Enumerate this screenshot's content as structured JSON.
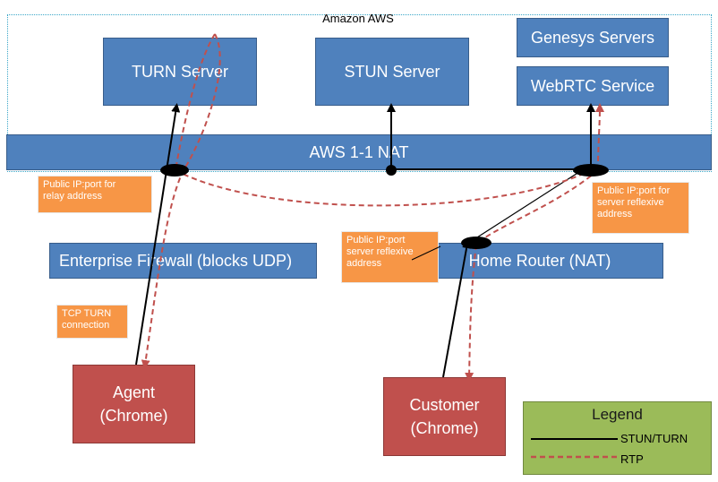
{
  "region": {
    "label": "Amazon AWS"
  },
  "boxes": {
    "turn": "TURN Server",
    "stun": "STUN Server",
    "genesys": "Genesys Servers",
    "webrtc": "WebRTC Service",
    "nat": "AWS 1-1 NAT",
    "firewall": "Enterprise Firewall (blocks UDP)",
    "router": "Home Router (NAT)",
    "agent": [
      "Agent",
      "(Chrome)"
    ],
    "customer": [
      "Customer",
      "(Chrome)"
    ]
  },
  "notes": {
    "relay": [
      "Public IP:port for",
      "relay address"
    ],
    "server_reflexive": [
      "Public IP:port for",
      "server reflexive",
      "address"
    ],
    "home_reflexive": [
      "Public IP:port",
      "server reflexive",
      "address"
    ],
    "tcp_turn": [
      "TCP TURN",
      "connection"
    ]
  },
  "legend": {
    "title": "Legend",
    "items": [
      {
        "label": "STUN/TURN",
        "color": "#000000",
        "style": "solid"
      },
      {
        "label": "RTP",
        "color": "#c0504d",
        "style": "dashed"
      }
    ]
  }
}
